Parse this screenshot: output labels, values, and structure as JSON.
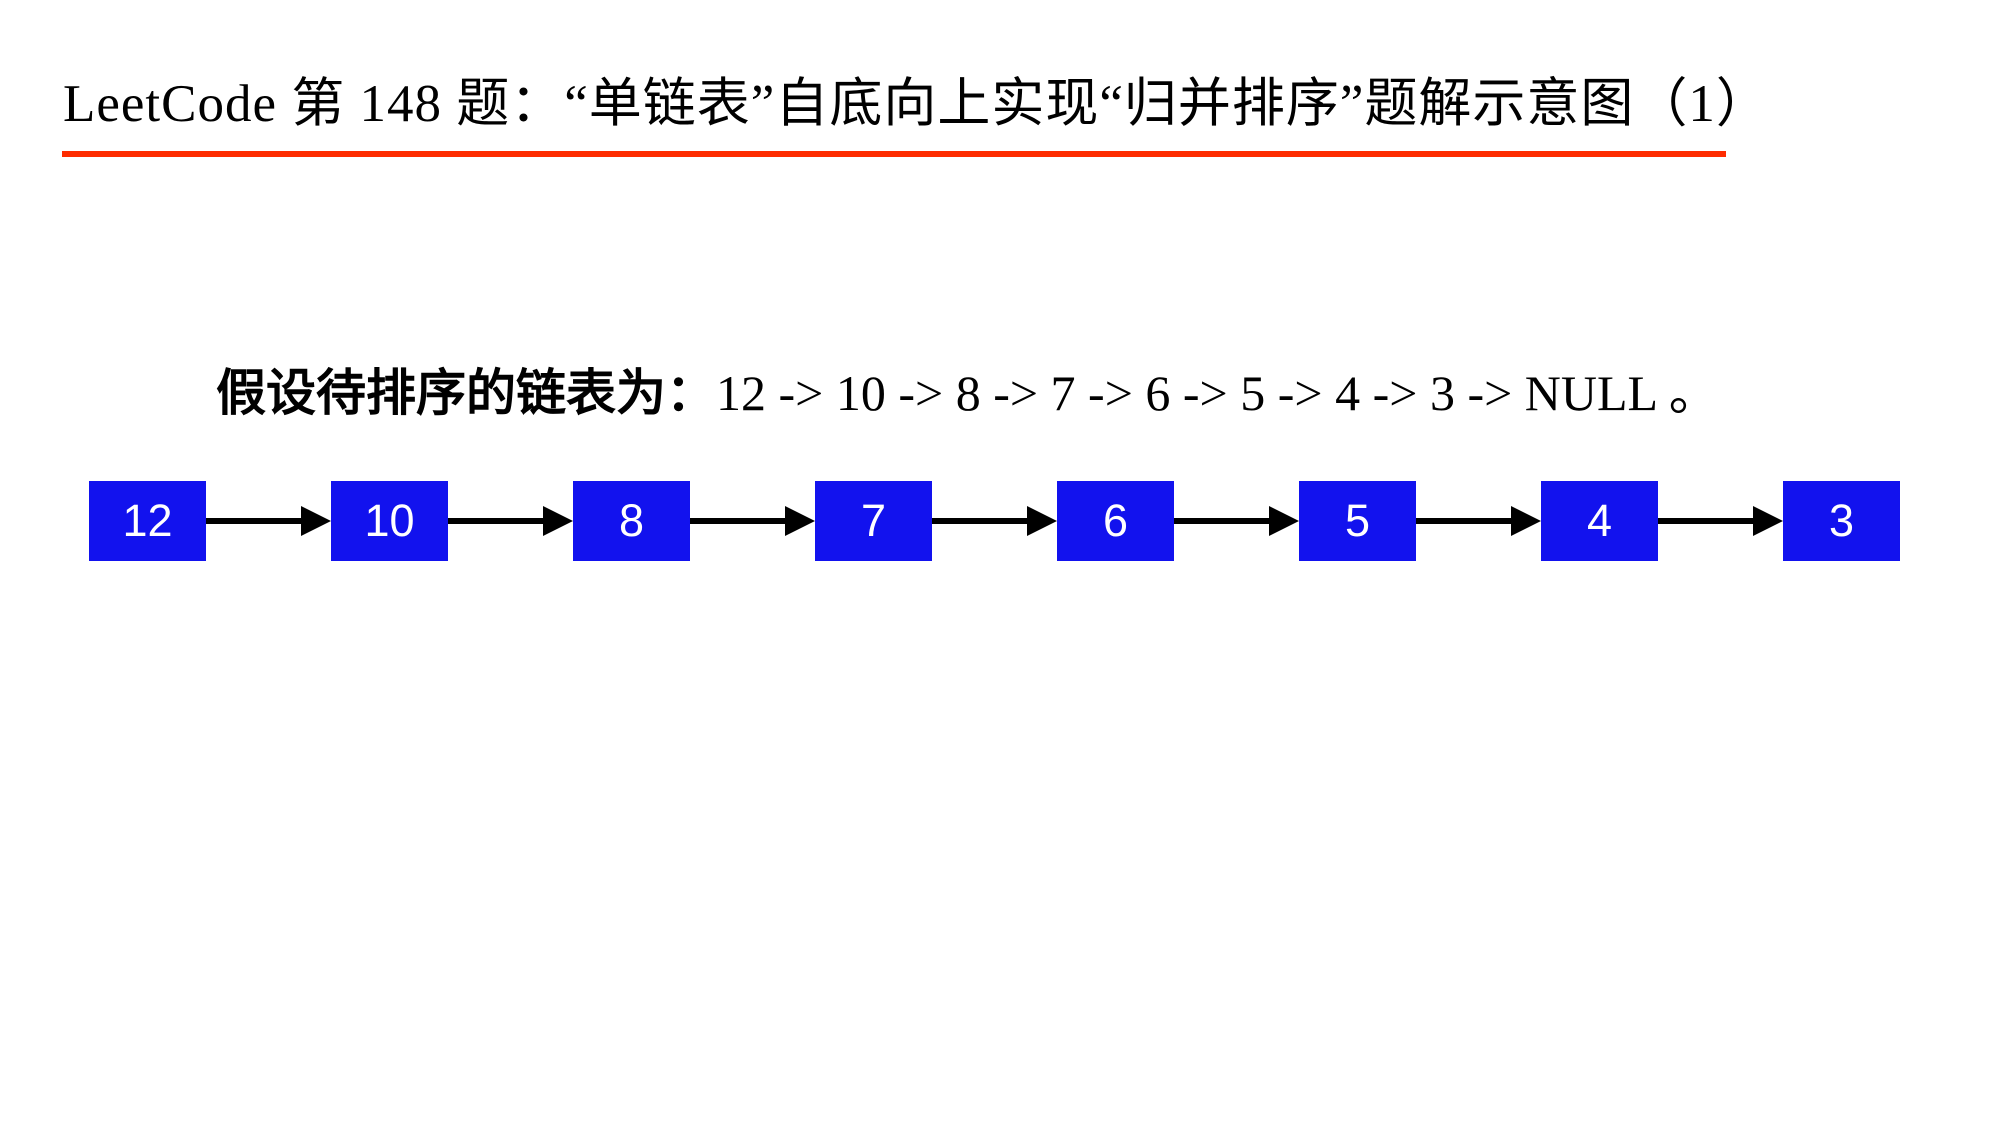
{
  "header": {
    "title": "LeetCode 第 148 题：“单链表”自底向上实现“归并排序”题解示意图（1）",
    "underline_color": "#fe2c00"
  },
  "caption": {
    "prefix": "假设待排序的链表为：",
    "sequence": "12 -> 10 -> 8 -> 7 -> 6 -> 5 -> 4 -> 3 -> NULL 。"
  },
  "linked_list": {
    "nodes": [
      "12",
      "10",
      "8",
      "7",
      "6",
      "5",
      "4",
      "3"
    ],
    "node_color": "#1212ee",
    "node_text_color": "#ffffff",
    "arrow_color": "#000000"
  }
}
